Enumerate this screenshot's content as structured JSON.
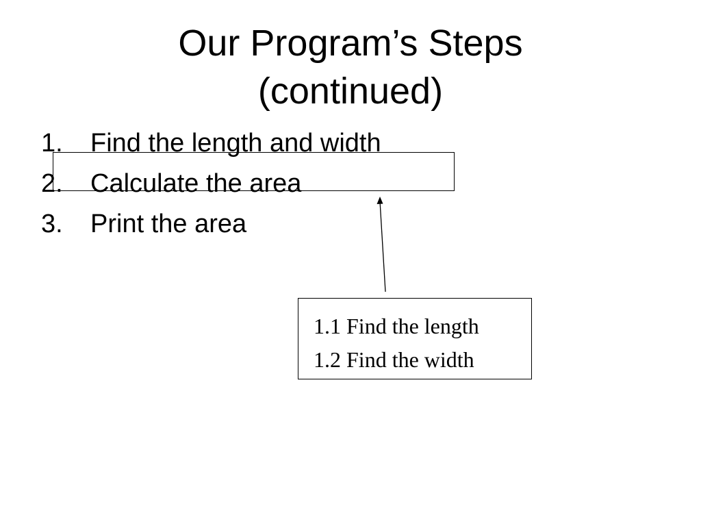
{
  "slide": {
    "title_line1": "Our Program’s Steps",
    "title_line2": "(continued)",
    "steps": [
      {
        "number": "1.",
        "text": "Find the length and width"
      },
      {
        "number": "2.",
        "text": "Calculate the area"
      },
      {
        "number": "3.",
        "text": "Print the area"
      }
    ],
    "callout": {
      "lines": [
        "1.1 Find the length",
        "1.2 Find the width"
      ]
    }
  }
}
